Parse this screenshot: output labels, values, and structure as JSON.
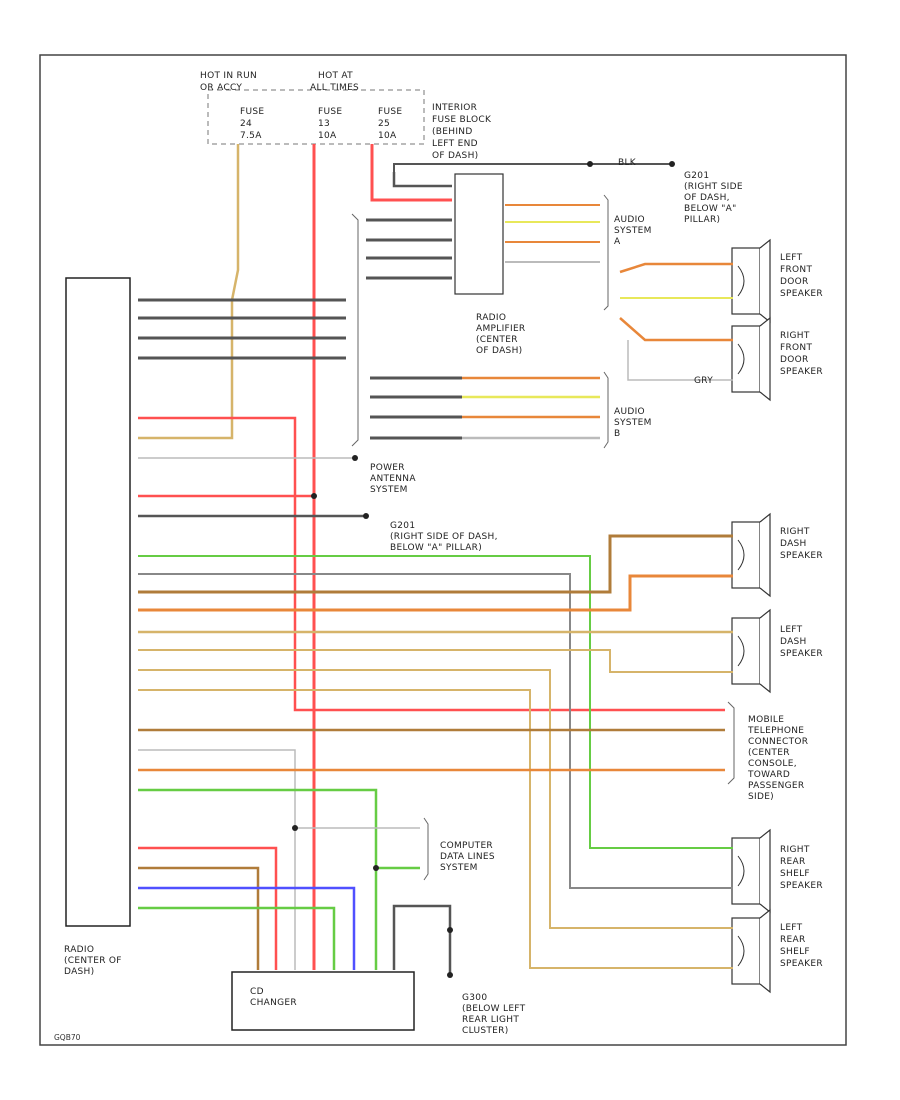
{
  "labels": {
    "hot_in_run": "HOT IN RUN",
    "hot_in_run_2": "OR ACCY",
    "hot_at_all": "HOT AT",
    "hot_at_all_2": "ALL TIMES",
    "fuse24a": "FUSE",
    "fuse24b": "24",
    "fuse24c": "7.5A",
    "fuse13a": "FUSE",
    "fuse13b": "13",
    "fuse13c": "10A",
    "fuse25a": "FUSE",
    "fuse25b": "25",
    "fuse25c": "10A",
    "fuse_block": [
      "INTERIOR",
      "FUSE BLOCK",
      "(BEHIND",
      "LEFT END",
      "OF DASH)"
    ],
    "g201_right": [
      "G201",
      "(RIGHT SIDE",
      "OF DASH,",
      "BELOW \"A\"",
      "PILLAR)"
    ],
    "radio_amp": [
      "RADIO",
      "AMPLIFIER",
      "(CENTER",
      "OF DASH)"
    ],
    "audio_sys_a": [
      "AUDIO",
      "SYSTEM",
      "A"
    ],
    "audio_sys_b": [
      "AUDIO",
      "SYSTEM",
      "B"
    ],
    "lf_door": [
      "LEFT",
      "FRONT",
      "DOOR",
      "SPEAKER"
    ],
    "rf_door": [
      "RIGHT",
      "FRONT",
      "DOOR",
      "SPEAKER"
    ],
    "power_antenna": [
      "POWER",
      "ANTENNA",
      "SYSTEM"
    ],
    "g201_mid": [
      "G201",
      "(RIGHT SIDE OF DASH,",
      "BELOW \"A\" PILLAR)"
    ],
    "right_dash": [
      "RIGHT",
      "DASH",
      "SPEAKER"
    ],
    "left_dash": [
      "LEFT",
      "DASH",
      "SPEAKER"
    ],
    "mobile_phone": [
      "MOBILE",
      "TELEPHONE",
      "CONNECTOR",
      "(CENTER",
      "CONSOLE,",
      "TOWARD",
      "PASSENGER",
      "SIDE)"
    ],
    "right_rear": [
      "RIGHT",
      "REAR",
      "SHELF",
      "SPEAKER"
    ],
    "left_rear": [
      "LEFT",
      "REAR",
      "SHELF",
      "SPEAKER"
    ],
    "computer_data": [
      "COMPUTER",
      "DATA LINES",
      "SYSTEM"
    ],
    "radio": [
      "RADIO",
      "(CENTER OF",
      "DASH)"
    ],
    "cd_changer": [
      "CD",
      "CHANGER"
    ],
    "g300": [
      "G300",
      "(BELOW LEFT",
      "REAR LIGHT",
      "CLUSTER)"
    ],
    "blk_top": "BLK",
    "gry_lf": "GRY",
    "footer": "GQB70"
  },
  "colors": {
    "red": "#ff5050",
    "blk": "#555555",
    "org": "#e8873a",
    "yel": "#e8e85a",
    "grn": "#66cc44",
    "blu": "#5050ff",
    "brn": "#b07c3a",
    "wht": "#bbbbbb",
    "gry": "#888888",
    "tan": "#d6b46a"
  }
}
